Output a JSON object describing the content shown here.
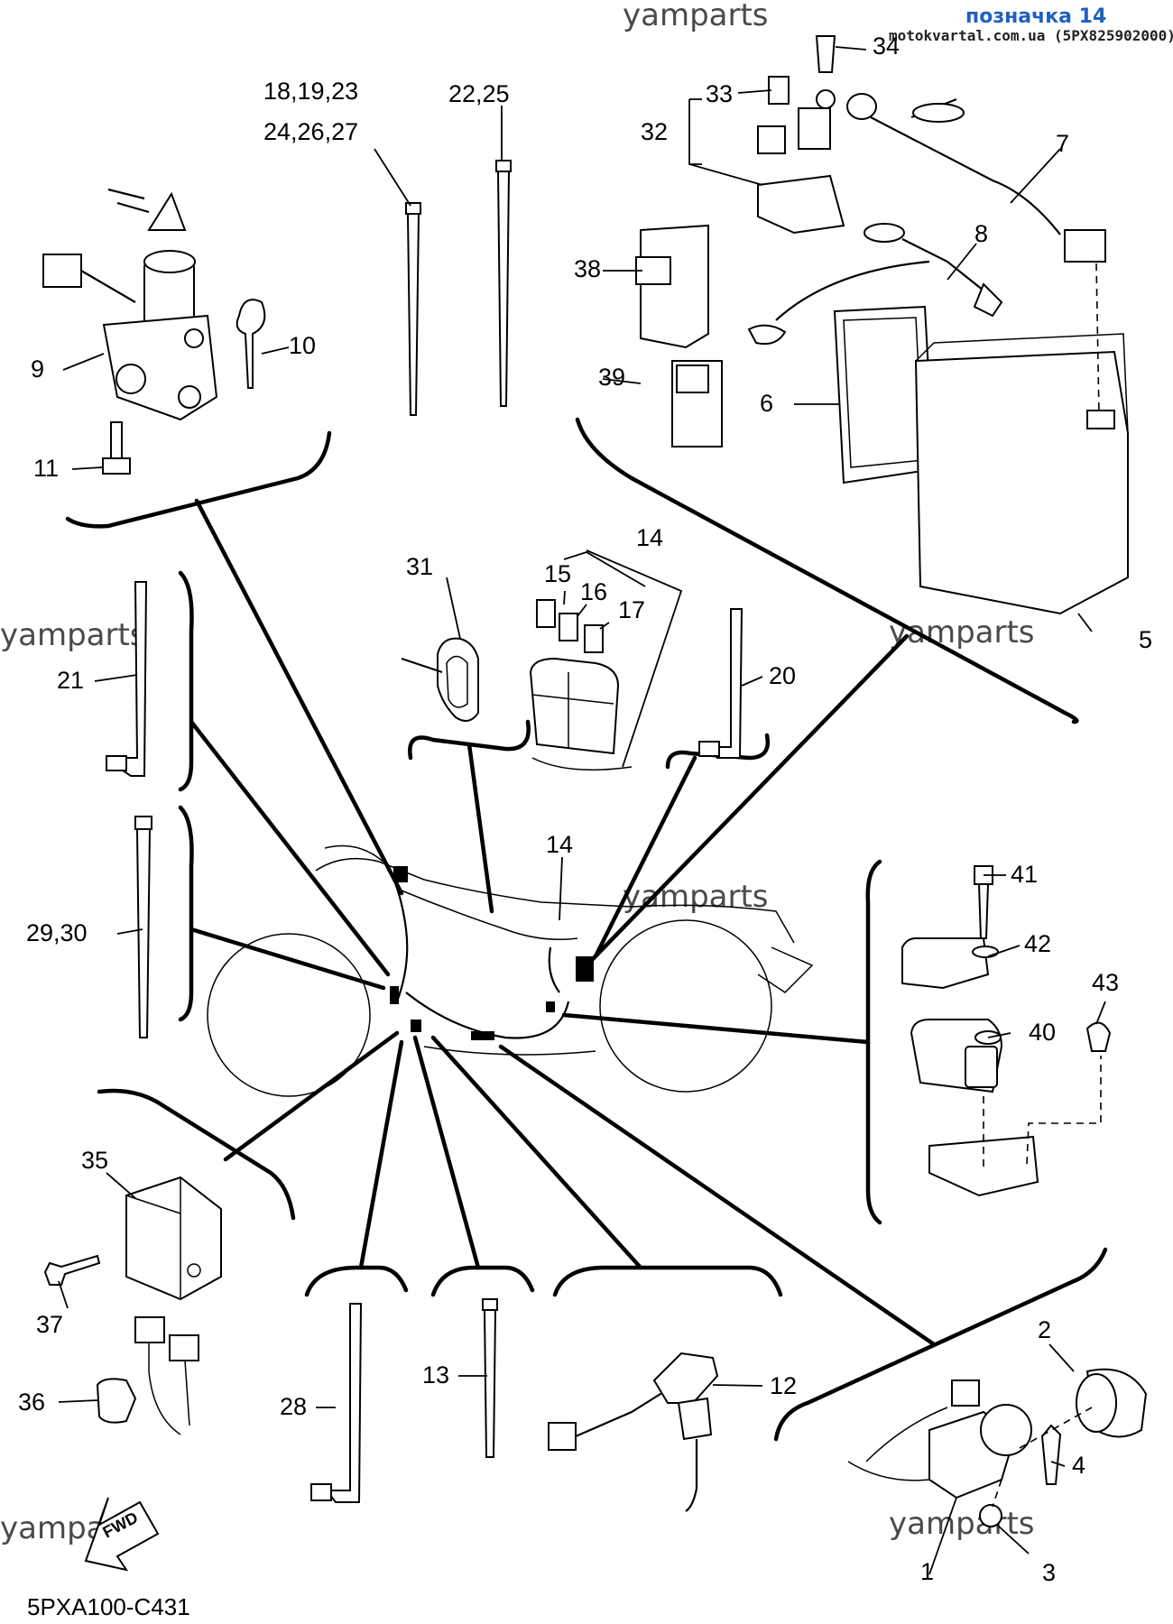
{
  "header": {
    "tag": "позначка 14",
    "site": "motokvartal.com.ua (5PX825902000)"
  },
  "watermarks": [
    "yamparts",
    "yamparts",
    "yamparts",
    "yamparts",
    "yamparts",
    "yamparts"
  ],
  "diagram_code": "5PXA100-C431",
  "fwd_label": "FWD",
  "callouts": {
    "c1": "1",
    "c2": "2",
    "c3": "3",
    "c4": "4",
    "c5": "5",
    "c6": "6",
    "c7": "7",
    "c8": "8",
    "c9": "9",
    "c10": "10",
    "c11": "11",
    "c12": "12",
    "c13": "13",
    "c14a": "14",
    "c14b": "14",
    "c15": "15",
    "c16": "16",
    "c17": "17",
    "c18": "18,19,23",
    "c24": "24,26,27",
    "c20": "20",
    "c21": "21",
    "c22": "22,25",
    "c28": "28",
    "c29": "29,30",
    "c31": "31",
    "c32": "32",
    "c33": "33",
    "c34": "34",
    "c35": "35",
    "c36": "36",
    "c37": "37",
    "c38": "38",
    "c39": "39",
    "c40": "40",
    "c41": "41",
    "c42": "42",
    "c43": "43"
  }
}
